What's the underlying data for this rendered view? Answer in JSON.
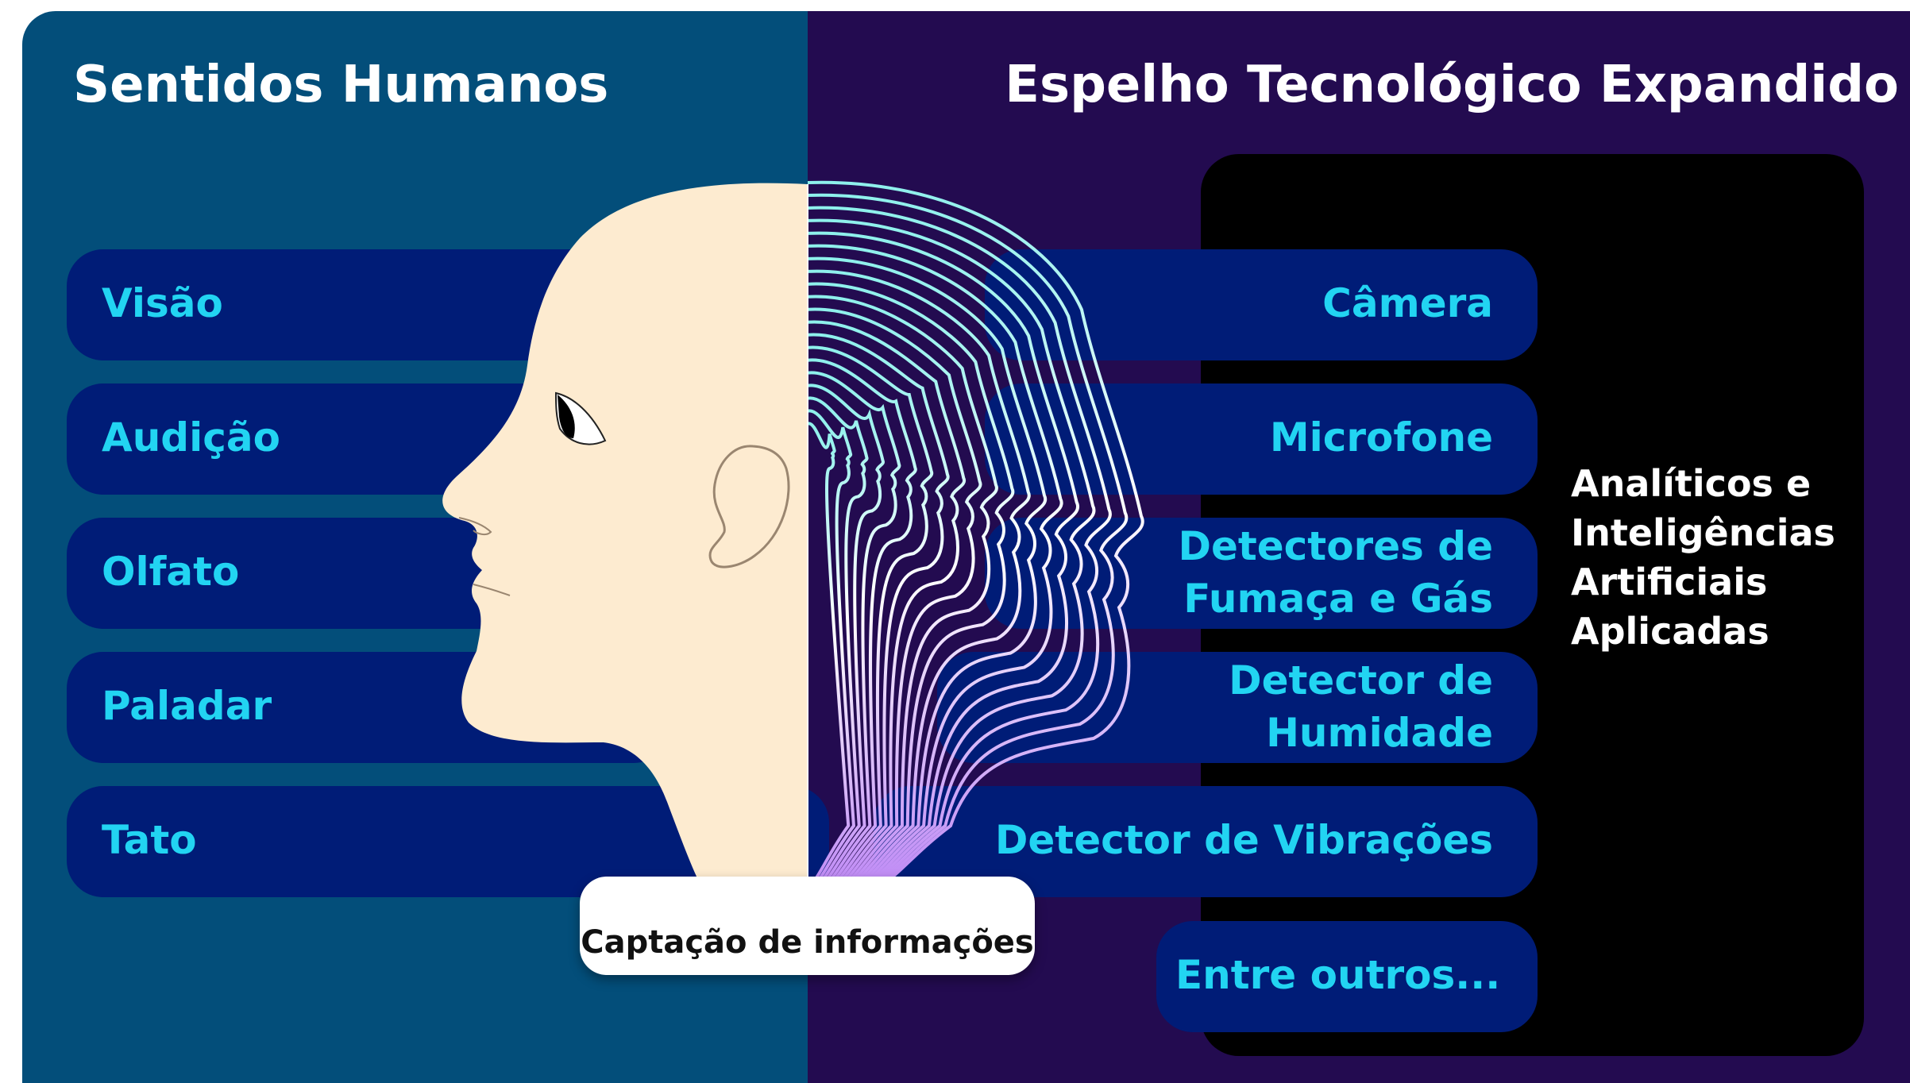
{
  "left_panel": {
    "title": "Sentidos Humanos",
    "senses": [
      {
        "label": "Visão"
      },
      {
        "label": "Audição"
      },
      {
        "label": "Olfato"
      },
      {
        "label": "Paladar"
      },
      {
        "label": "Tato"
      }
    ]
  },
  "right_panel": {
    "title": "Espelho Tecnológico Expandido",
    "sensors": [
      {
        "lines": [
          "Câmera"
        ]
      },
      {
        "lines": [
          "Microfone"
        ]
      },
      {
        "lines": [
          "Detectores de",
          "Fumaça e Gás"
        ]
      },
      {
        "lines": [
          "Detector de",
          "Humidade"
        ]
      },
      {
        "lines": [
          "Detector de Vibrações"
        ]
      },
      {
        "lines": [
          "Entre outros..."
        ]
      }
    ],
    "ai_box": {
      "lines": [
        "Analíticos e",
        "Inteligências",
        "Artificiais",
        "Aplicadas"
      ]
    }
  },
  "center": {
    "caption": "Captação de informações"
  },
  "colors": {
    "left_bg": "#034e7a",
    "right_bg": "#230b50",
    "pill": "#001c77",
    "label_text": "#22d4f2",
    "face_skin": "#fdebd0",
    "ai_box": "#000000",
    "lines_start": "#8ef0ec",
    "lines_mid": "#ffffff",
    "lines_end": "#c08cf5"
  }
}
